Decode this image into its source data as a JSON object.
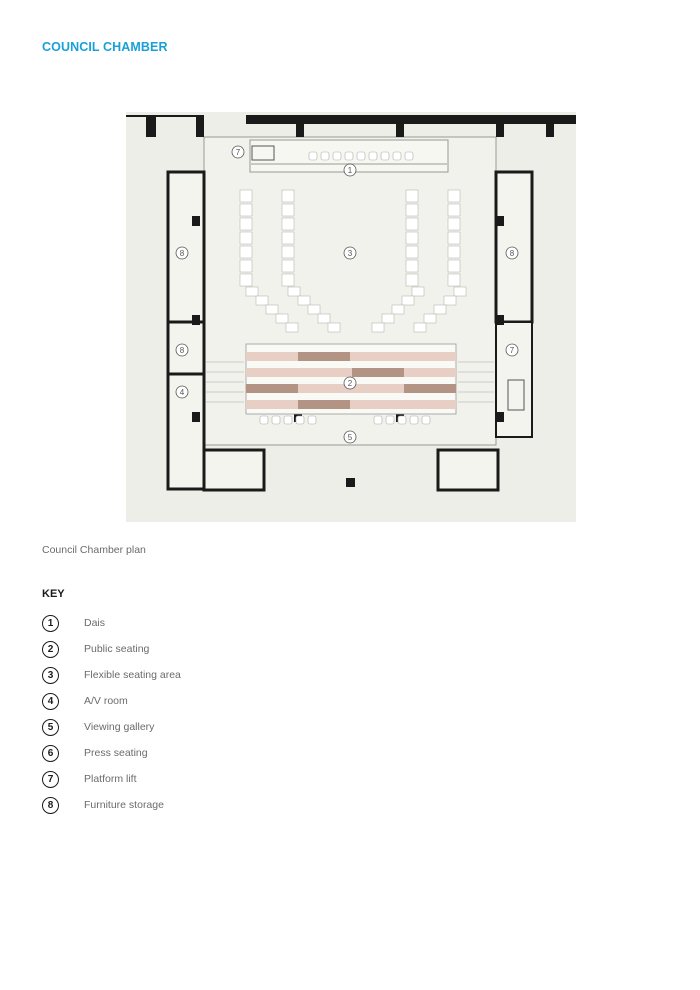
{
  "page": {
    "title": "COUNCIL CHAMBER",
    "caption": "Council Chamber plan"
  },
  "plan": {
    "labels": {
      "dais": "1",
      "public_seating": "2",
      "flexible_area": "3",
      "av_room": "4",
      "viewing_gallery": "5",
      "platform_lift_top": "7",
      "platform_lift_right": "7",
      "storage_left_upper": "8",
      "storage_left_lower": "8",
      "storage_right": "8"
    }
  },
  "key": {
    "heading": "KEY",
    "items": [
      {
        "num": "1",
        "label": "Dais"
      },
      {
        "num": "2",
        "label": "Public seating"
      },
      {
        "num": "3",
        "label": "Flexible seating area"
      },
      {
        "num": "4",
        "label": "A/V room"
      },
      {
        "num": "5",
        "label": "Viewing gallery"
      },
      {
        "num": "6",
        "label": "Press seating"
      },
      {
        "num": "7",
        "label": "Platform lift"
      },
      {
        "num": "8",
        "label": "Furniture storage"
      }
    ]
  },
  "colors": {
    "accent": "#1aa0d8",
    "floor": "#eeeee8",
    "wall": "#1a1a1a",
    "seat_light": "#e8cfc6",
    "seat_dark": "#b39384"
  }
}
